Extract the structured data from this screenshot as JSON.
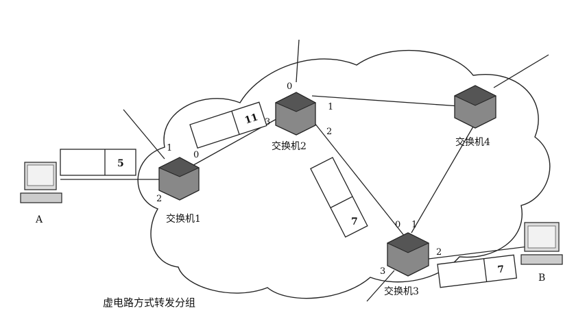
{
  "caption": "虚电路方式转发分组",
  "hosts": {
    "a": "A",
    "b": "B"
  },
  "switches": {
    "s1": {
      "label": "交换机1",
      "ports": [
        "0",
        "1",
        "2"
      ]
    },
    "s2": {
      "label": "交换机2",
      "ports": [
        "0",
        "1",
        "2",
        "3"
      ]
    },
    "s3": {
      "label": "交换机3",
      "ports": [
        "0",
        "1",
        "2",
        "3"
      ]
    },
    "s4": {
      "label": "交换机4",
      "ports": []
    }
  },
  "packets": {
    "p_a": "5",
    "p_12": "11",
    "p_23": "7",
    "p_3b": "7"
  }
}
